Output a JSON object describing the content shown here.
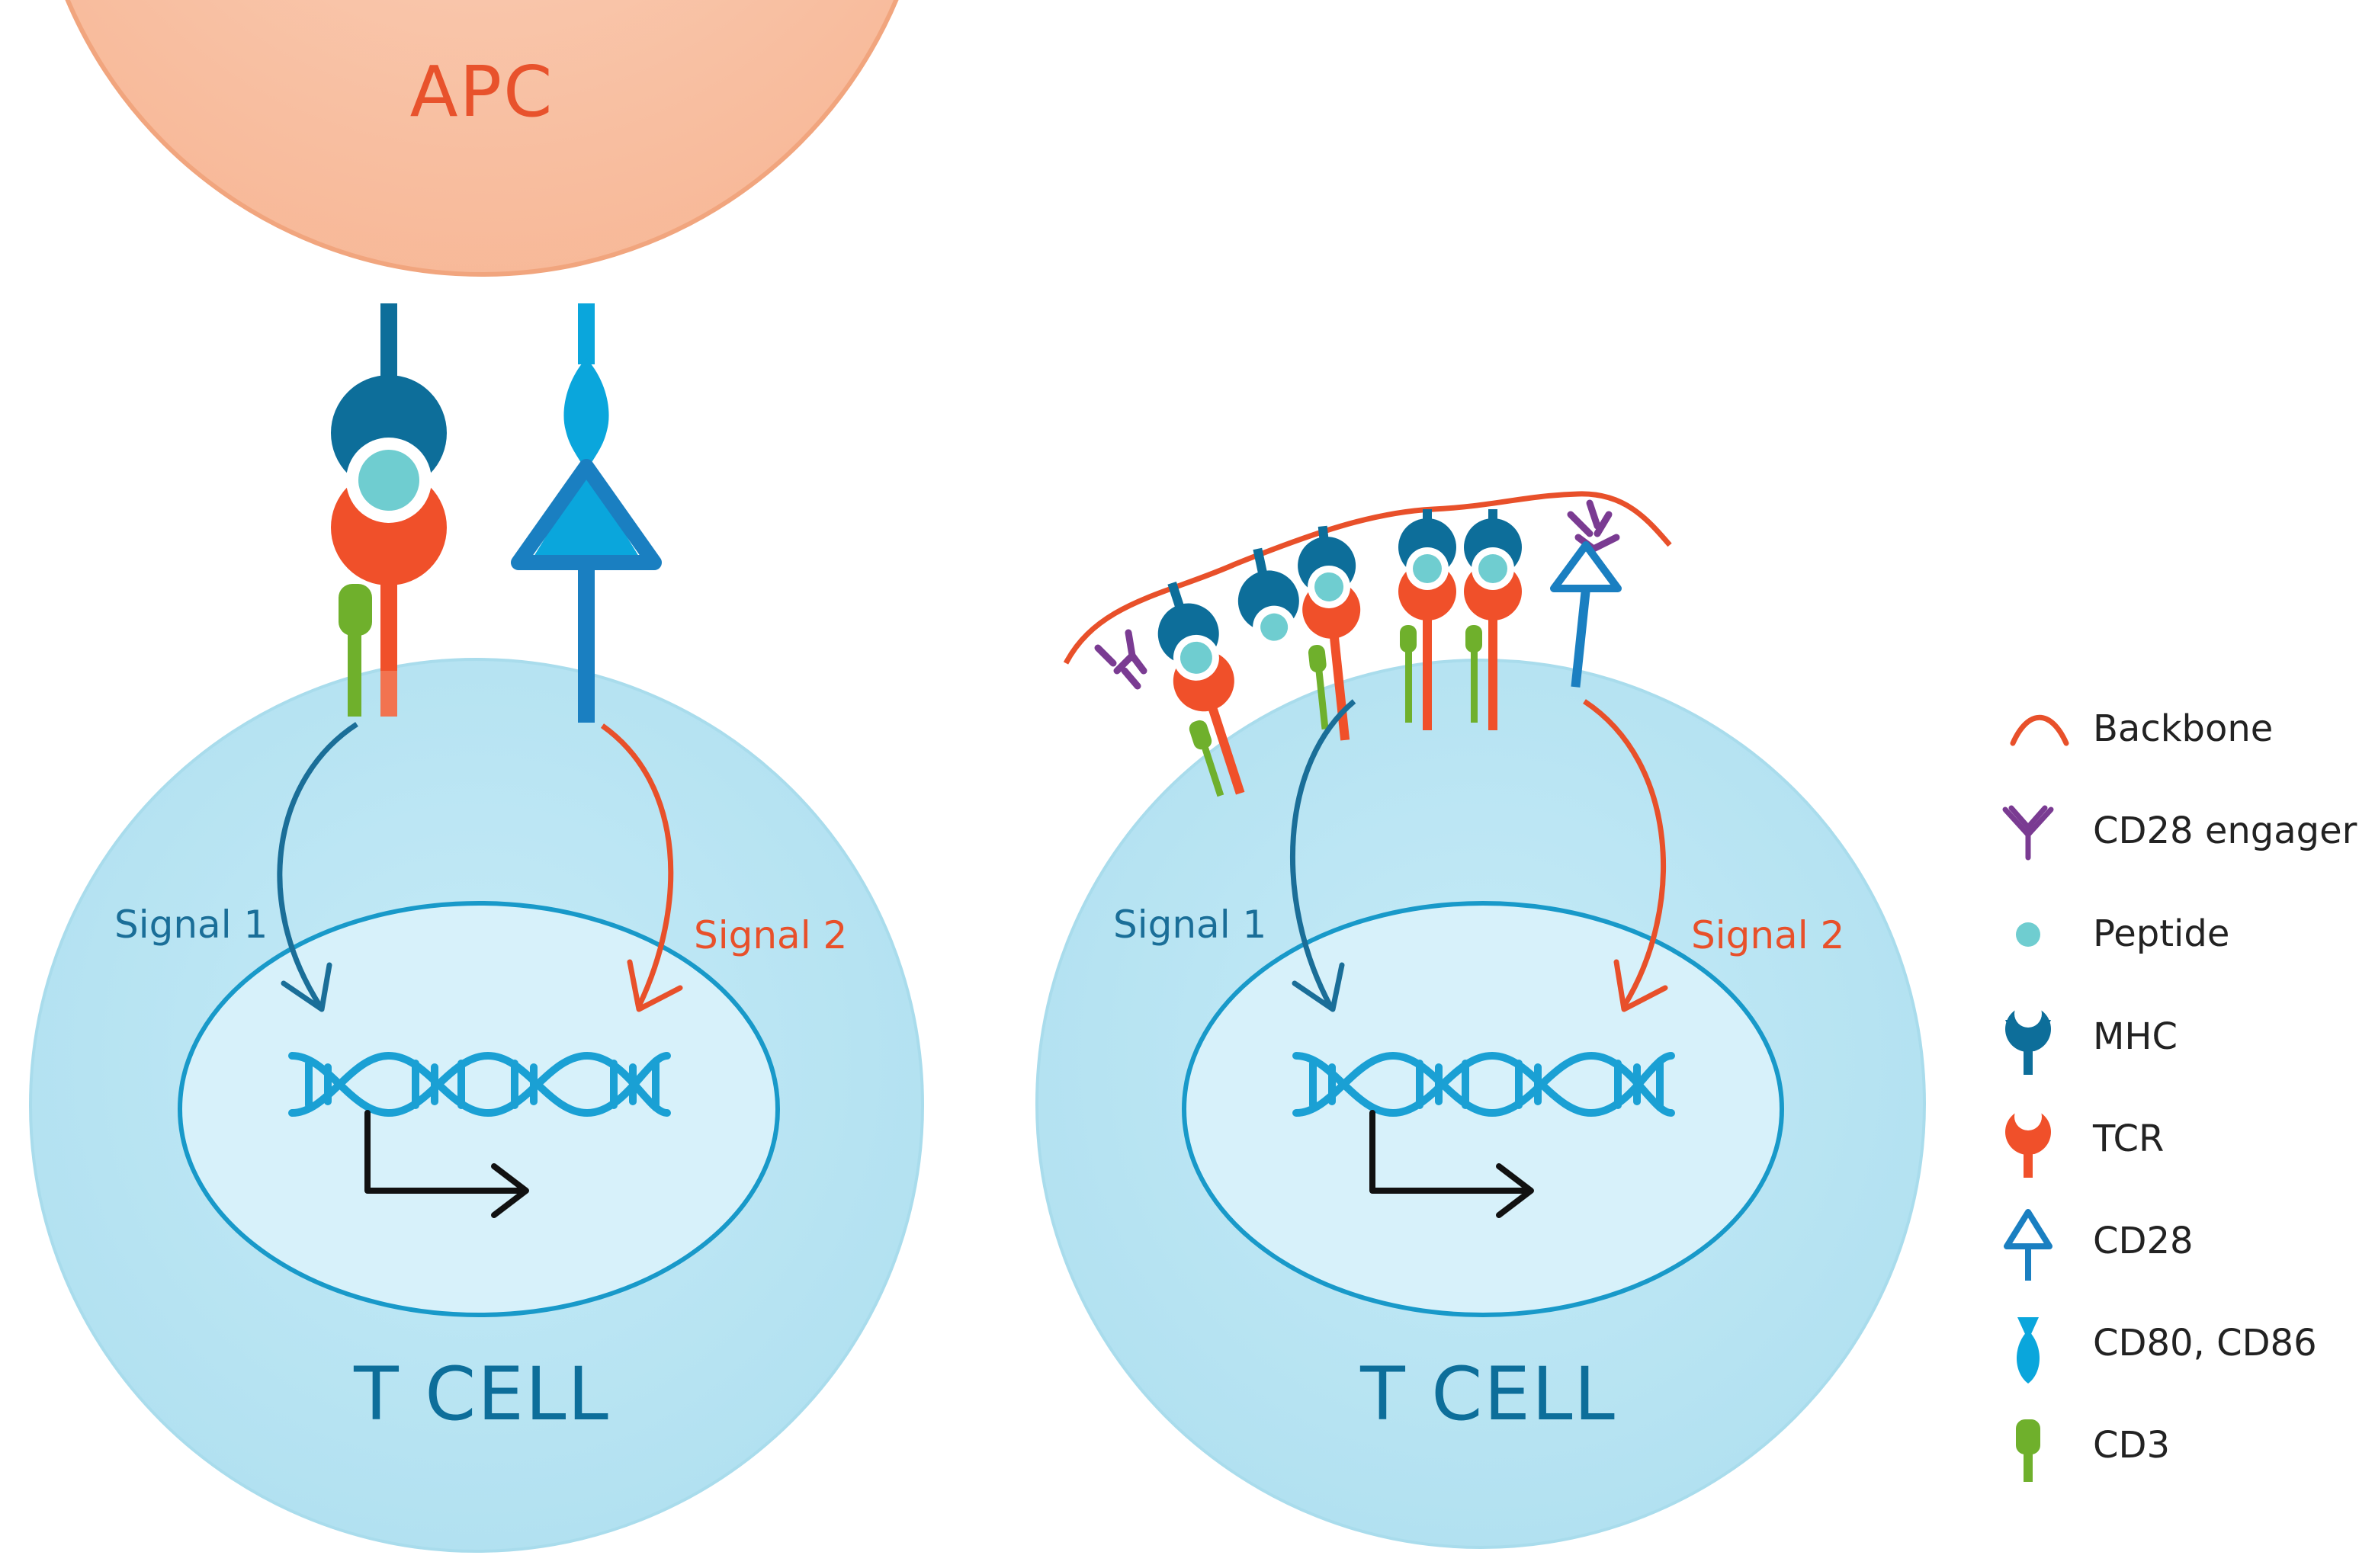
{
  "colors": {
    "apc_fill": "#f8c2a4",
    "apc_edge": "#f1a57e",
    "apc_text": "#e8522c",
    "cell_fill": "#b9e4f2",
    "cell_edge": "#a9dcec",
    "nucleus_fill": "#d7f1fa",
    "nucleus_edge": "#1899c9",
    "cell_text": "#0d6e9a",
    "mhc": "#0d6e9a",
    "tcr": "#f0502a",
    "peptide": "#6fcdd0",
    "cd28": "#1a7fc1",
    "cd80": "#0aa6dc",
    "cd3": "#6fb02c",
    "backbone": "#e8502a",
    "engager": "#7a3b92",
    "signal1": "#1a6e98",
    "signal2": "#e8502a",
    "dna": "#1aa0d4",
    "arrow": "#111111"
  },
  "diagram": {
    "apc_label": "APC",
    "left_cell_label": "T CELL",
    "right_cell_label": "T CELL",
    "left_signal1": "Signal 1",
    "left_signal2": "Signal 2",
    "right_signal1": "Signal 1",
    "right_signal2": "Signal 2"
  },
  "legend": [
    {
      "icon": "backbone-icon",
      "label": "Backbone"
    },
    {
      "icon": "cd28-engager-icon",
      "label": "CD28 engager"
    },
    {
      "icon": "peptide-icon",
      "label": "Peptide"
    },
    {
      "icon": "mhc-icon",
      "label": "MHC"
    },
    {
      "icon": "tcr-icon",
      "label": "TCR"
    },
    {
      "icon": "cd28-icon",
      "label": "CD28"
    },
    {
      "icon": "cd80-cd86-icon",
      "label": "CD80, CD86"
    },
    {
      "icon": "cd3-icon",
      "label": "CD3"
    }
  ]
}
